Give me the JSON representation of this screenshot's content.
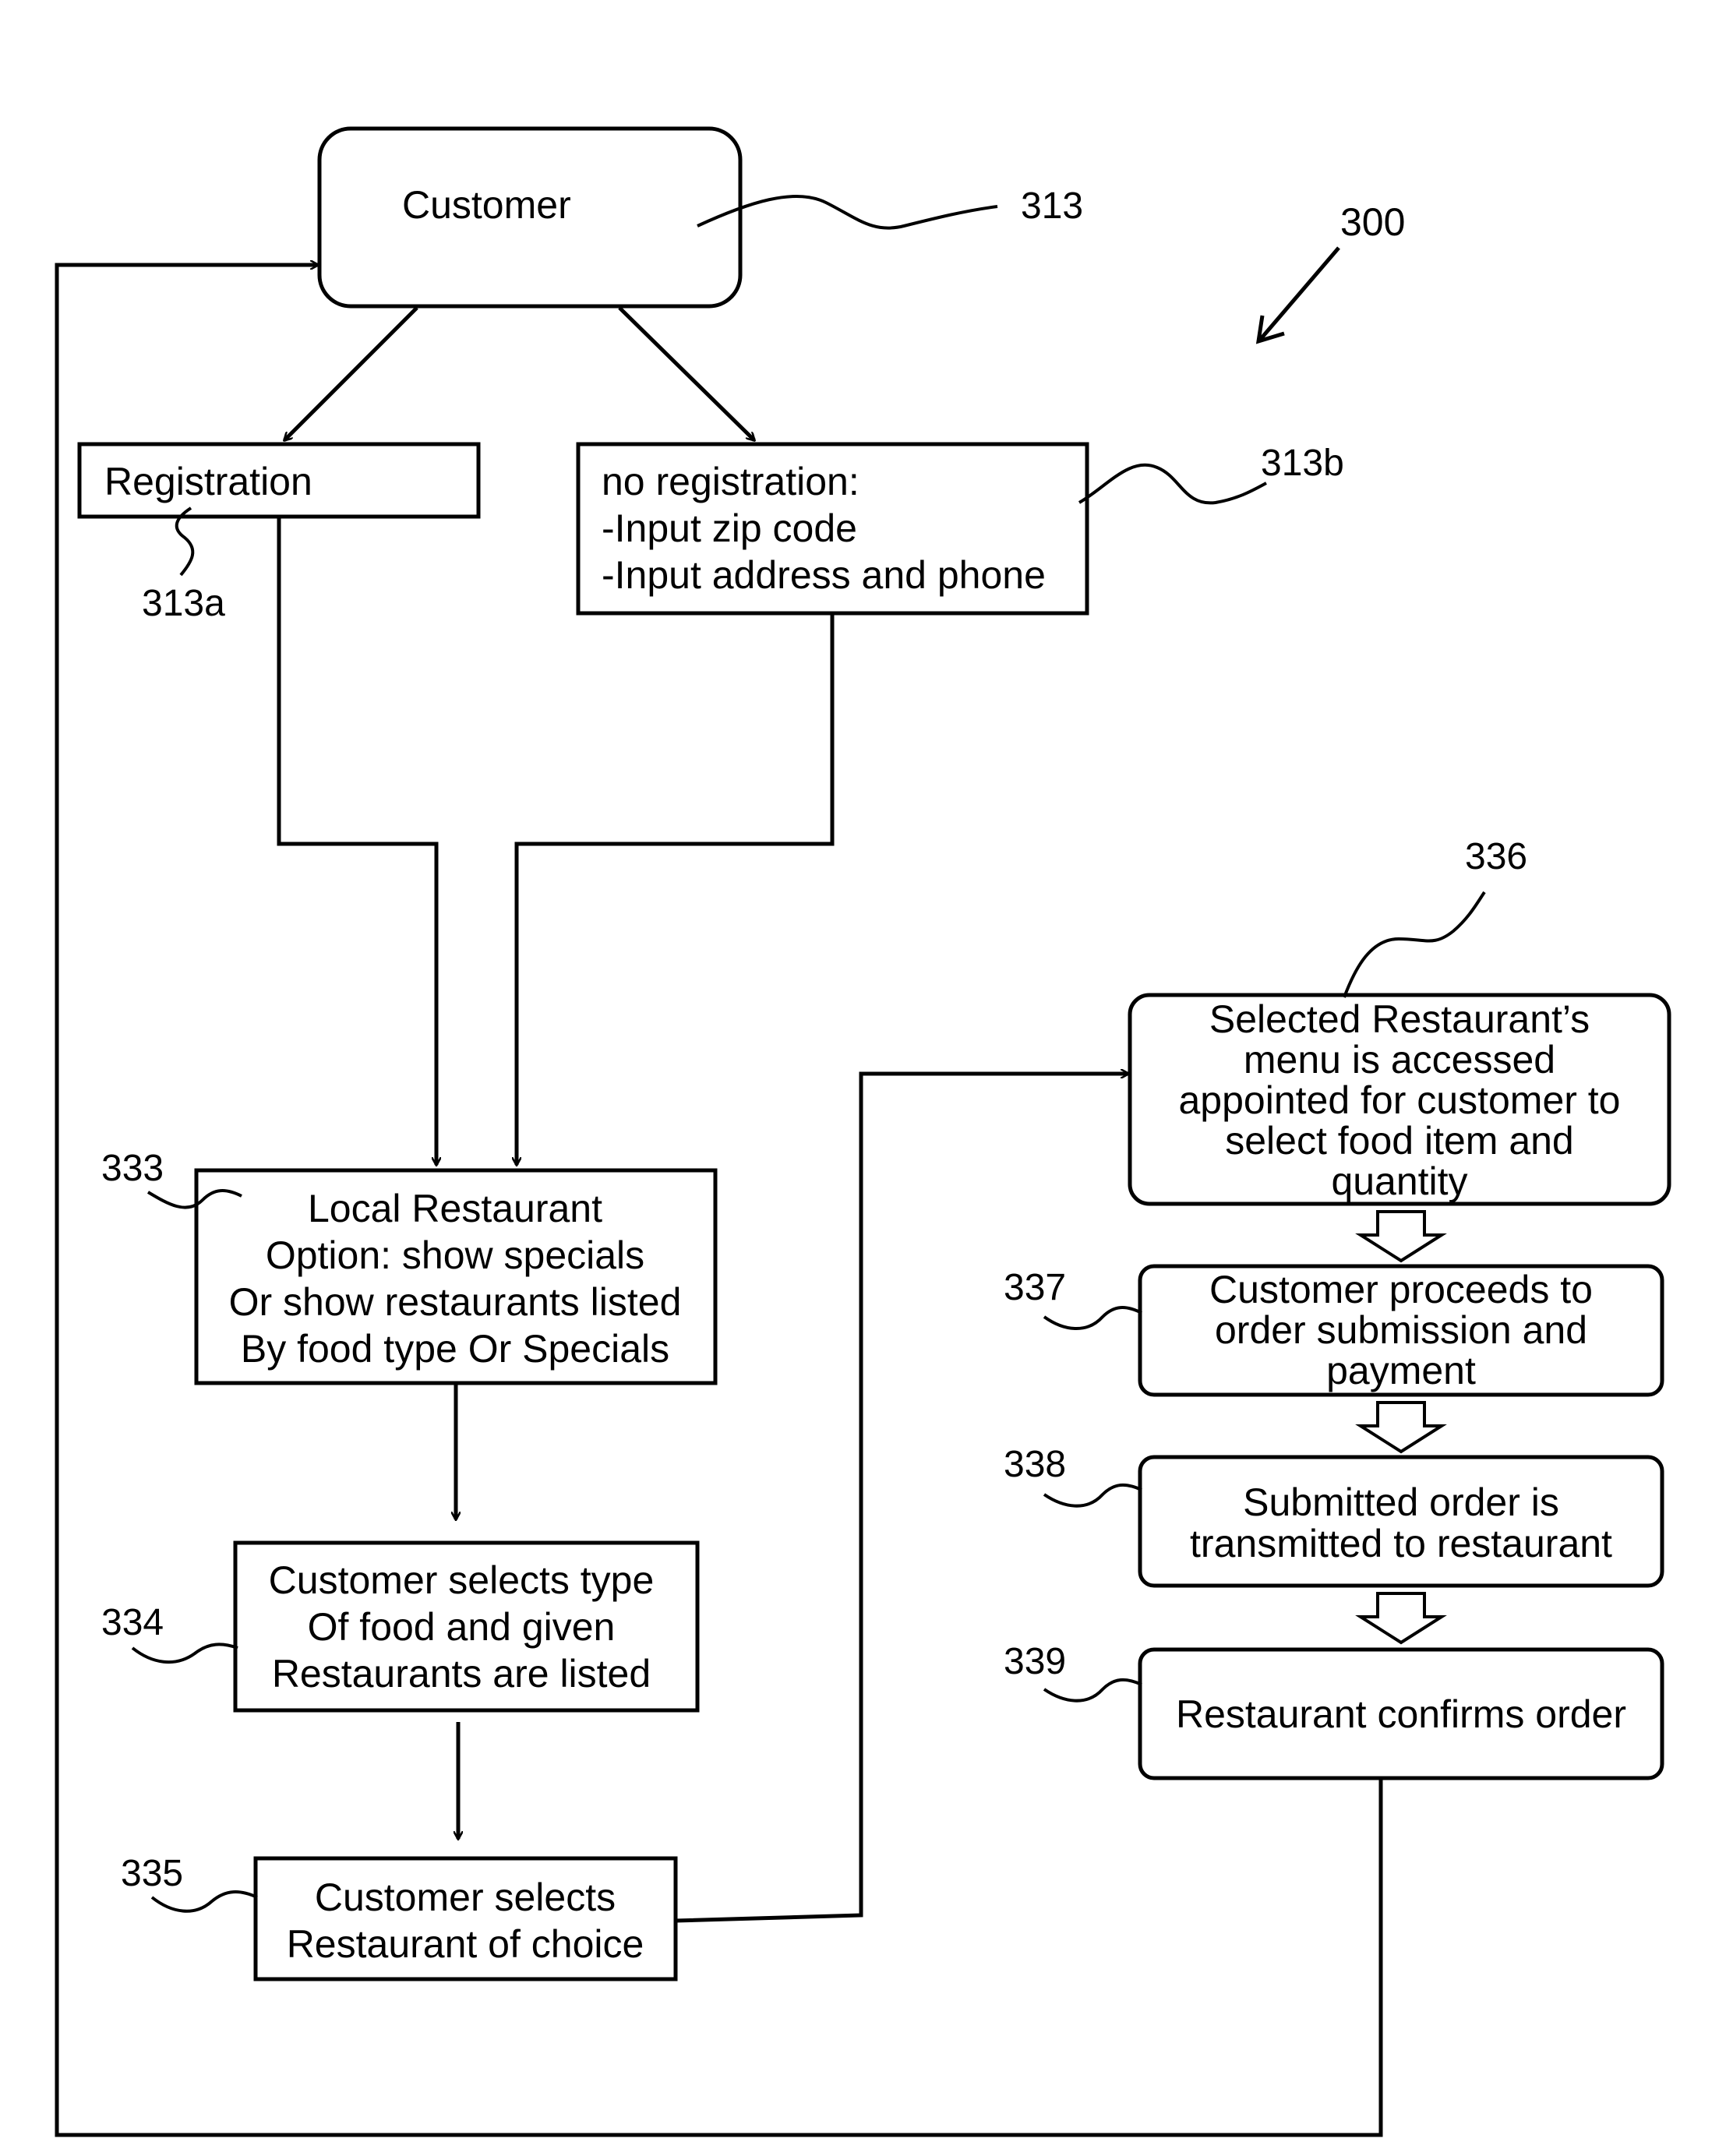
{
  "figure_number": "300",
  "nodes": {
    "customer": {
      "ref": "313",
      "lines": [
        "Customer"
      ]
    },
    "registration": {
      "ref": "313a",
      "lines": [
        "Registration"
      ]
    },
    "no_registration": {
      "ref": "313b",
      "lines": [
        "no registration:",
        "-Input zip code",
        "-Input address and phone"
      ]
    },
    "local_restaurant": {
      "ref": "333",
      "lines": [
        "Local Restaurant",
        "Option: show specials",
        "Or show restaurants listed",
        "By food type Or Specials"
      ]
    },
    "select_type": {
      "ref": "334",
      "lines": [
        "Customer selects type",
        "Of food and given",
        "Restaurants are listed"
      ]
    },
    "select_restaurant": {
      "ref": "335",
      "lines": [
        "Customer selects",
        "Restaurant of choice"
      ]
    },
    "menu_accessed": {
      "ref": "336",
      "lines": [
        "Selected Restaurant’s",
        "menu is accessed",
        "appointed for customer to",
        "select food item and",
        "quantity"
      ]
    },
    "order_submission": {
      "ref": "337",
      "lines": [
        "Customer proceeds to",
        "order submission and",
        "payment"
      ]
    },
    "order_transmitted": {
      "ref": "338",
      "lines": [
        "Submitted order is",
        "transmitted to restaurant"
      ]
    },
    "confirm_order": {
      "ref": "339",
      "lines": [
        "Restaurant confirms order"
      ]
    }
  }
}
